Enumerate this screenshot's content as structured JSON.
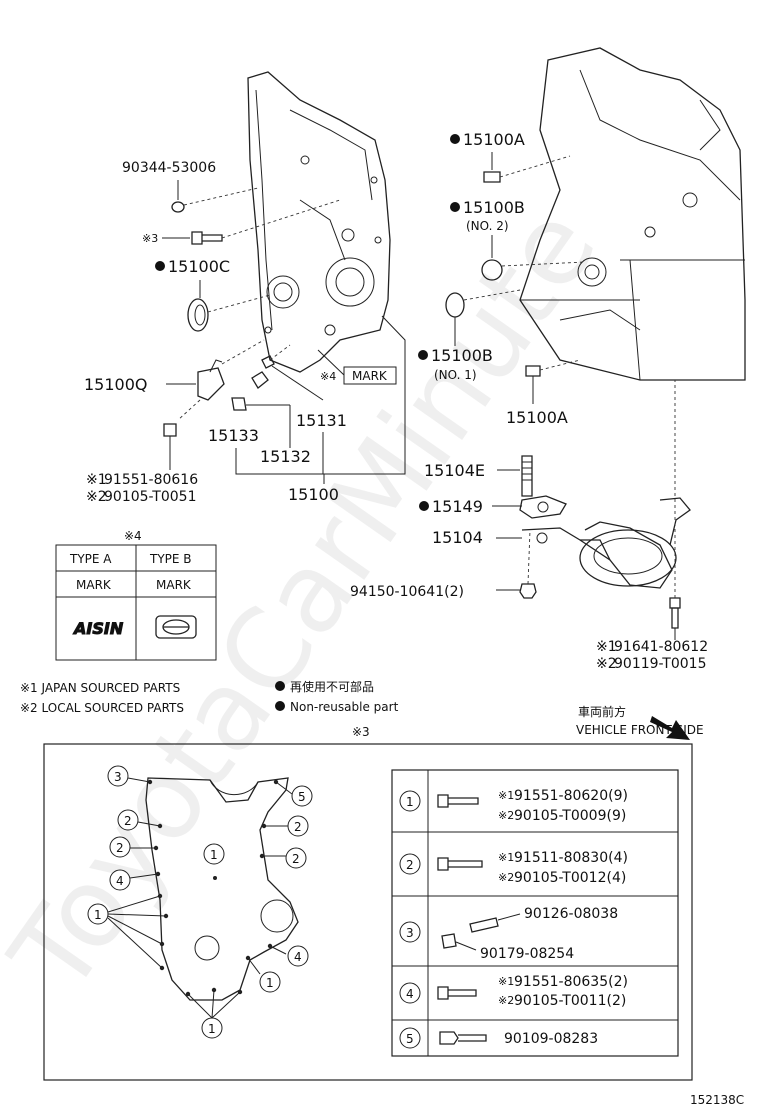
{
  "watermark": "ToyotaCarMinute",
  "diagram_id": "152138C",
  "parts": {
    "p90344": "90344-53006",
    "note3_mark": "※3",
    "p15100C": "15100C",
    "p15100Q": "15100Q",
    "p15133": "15133",
    "p15131": "15131",
    "p15132": "15132",
    "p15100": "15100",
    "mark4": "※4",
    "mark_label": "MARK",
    "bolt_a1": "91551-80616",
    "bolt_a2": "90105-T0051",
    "p15100A_top": "15100A",
    "p15100B_top": "15100B",
    "no2": "(NO. 2)",
    "p15100B_bot": "15100B",
    "no1": "(NO. 1)",
    "p15100A_bot": "15100A",
    "p15104E": "15104E",
    "p15149": "15149",
    "p15104": "15104",
    "p94150": "94150-10641(2)",
    "bolt_b1": "91641-80612",
    "bolt_b2": "90119-T0015",
    "x1": "※1",
    "x2": "※2"
  },
  "type_table": {
    "title": "※4",
    "col_a": "TYPE A",
    "col_b": "TYPE B",
    "mark_a": "MARK",
    "mark_b": "MARK",
    "logo_a": "AISIN"
  },
  "legend": {
    "line1": "※1  JAPAN SOURCED PARTS",
    "line2": "※2  LOCAL SOURCED PARTS",
    "jp_nonreuse": "再使用不可部品",
    "en_nonreuse": "Non-reusable part",
    "front_jp": "車両前方",
    "front_en": "VEHICLE FRONT SIDE"
  },
  "detail": {
    "title": "※3",
    "callout_nums": [
      "1",
      "2",
      "3",
      "4",
      "5"
    ],
    "rows": [
      {
        "num": "1",
        "a_mark": "※1",
        "a": "91551-80620(9)",
        "b_mark": "※2",
        "b": "90105-T0009(9)"
      },
      {
        "num": "2",
        "a_mark": "※1",
        "a": "91511-80830(4)",
        "b_mark": "※2",
        "b": "90105-T0012(4)"
      },
      {
        "num": "3",
        "a": "90126-08038",
        "b": "90179-08254"
      },
      {
        "num": "4",
        "a_mark": "※1",
        "a": "91551-80635(2)",
        "b_mark": "※2",
        "b": "90105-T0011(2)"
      },
      {
        "num": "5",
        "a": "90109-08283"
      }
    ]
  }
}
